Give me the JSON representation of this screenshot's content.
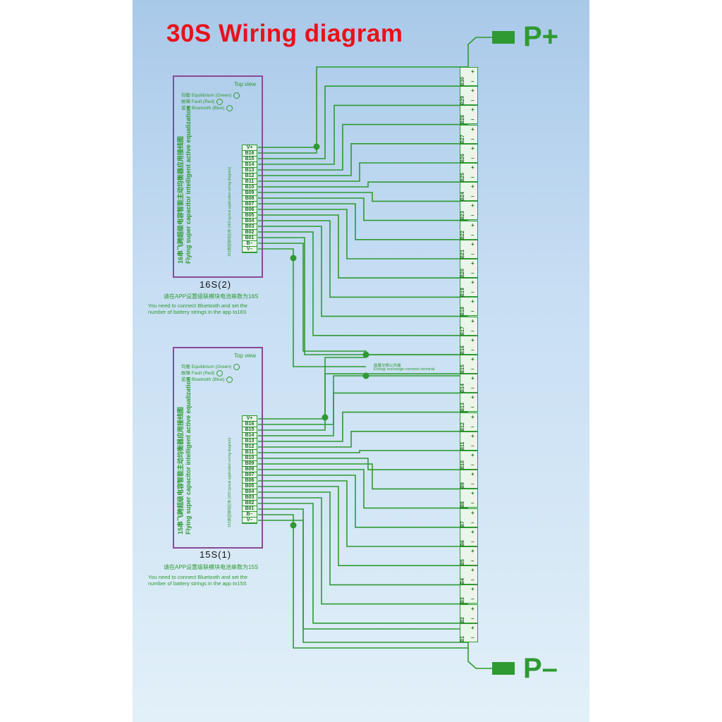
{
  "title": "30S Wiring diagram",
  "terminals": {
    "positive": "P+",
    "negative": "P–"
  },
  "colors": {
    "wire": "#2e9a31",
    "title": "#e8111b",
    "module_border": "#8a4a97"
  },
  "energy_terminal": {
    "cn": "能量交换公共端",
    "en": "Energy exchange common terminal"
  },
  "modules": [
    {
      "label": "16S(2)",
      "top_view": "Top view",
      "indicators": [
        "均衡 Equilibrium (Green)",
        "故障 Fault   (Red)",
        "蓝牙 Bluetooth (Blue)"
      ],
      "title_cn": "16串飞跨超级电容智能主动均衡器应用接线图",
      "title_en": "Flying super capacitor intelligent active equalization",
      "small_text": "16S典型接线应用   (16S typical application wiring diagram)",
      "pins": [
        "V+",
        "B16",
        "B15",
        "B14",
        "B13",
        "B12",
        "B11",
        "B10",
        "B09",
        "B08",
        "B07",
        "B06",
        "B05",
        "B04",
        "B03",
        "B02",
        "B01",
        "B–",
        "V–"
      ],
      "note_cn": "请在APP设置级联模块电池串数为16S",
      "note_en1": "You need to connect Bluetooth and set the",
      "note_en2": "number of battery strings in the app to16S"
    },
    {
      "label": "15S(1)",
      "top_view": "Top view",
      "indicators": [
        "均衡 Equilibrium (Green)",
        "故障 Fault   (Red)",
        "蓝牙 Bluetooth (Blue)"
      ],
      "title_cn": "15串飞跨超级电容智能主动均衡器应用接线图",
      "title_en": "Flying super capacitor intelligent active equalization",
      "small_text": "15S典型接线应用   (15S typical application wiring diagram)",
      "pins": [
        "V+",
        "B16",
        "B15",
        "B14",
        "B13",
        "B12",
        "B11",
        "B10",
        "B09",
        "B08",
        "B07",
        "B06",
        "B05",
        "B04",
        "B03",
        "B02",
        "B01",
        "B–",
        "V–"
      ],
      "note_cn": "请在APP设置级联模块电池串数为15S",
      "note_en1": "You need to connect Bluetooth and set the",
      "note_en2": "number of battery strings in the app to15S"
    }
  ],
  "batteries": [
    "B30",
    "B29",
    "B28",
    "B27",
    "B26",
    "B25",
    "B24",
    "B23",
    "B22",
    "B21",
    "B20",
    "B19",
    "B18",
    "B17",
    "B16",
    "B15",
    "B14",
    "B13",
    "B12",
    "B11",
    "B10",
    "B9",
    "B8",
    "B7",
    "B6",
    "B5",
    "B4",
    "B3",
    "B2",
    "B1"
  ]
}
